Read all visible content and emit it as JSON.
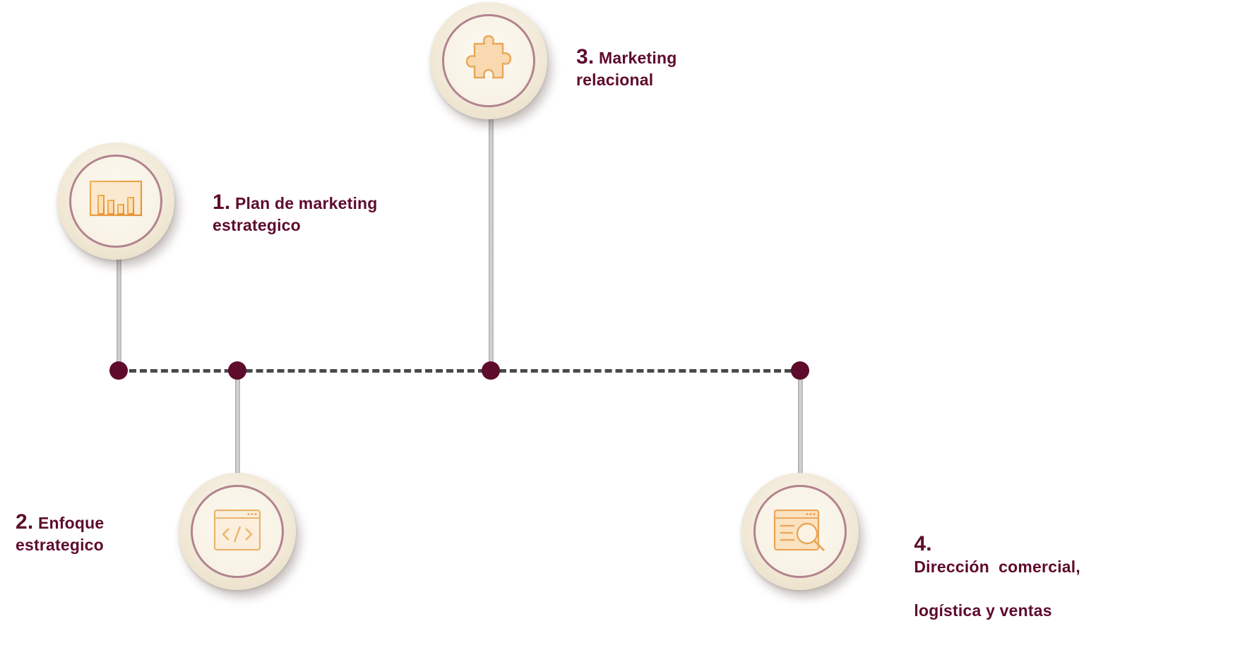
{
  "steps": [
    {
      "number": "1.",
      "title_line1": "Plan de marketing",
      "title_line2": "estrategico",
      "icon": "bar-chart-monitor-icon"
    },
    {
      "number": "2.",
      "title_line1": "Enfoque",
      "title_line2": "estrategico",
      "icon": "code-window-icon"
    },
    {
      "number": "3.",
      "title_line1": "Marketing",
      "title_line2": "relacional",
      "icon": "puzzle-piece-icon"
    },
    {
      "number": "4.",
      "title_line1": "Dirección  comercial,",
      "title_line2": "logística y ventas",
      "icon": "search-document-icon"
    }
  ],
  "colors": {
    "accent": "#5e0b2c",
    "icon_stroke": "#e8a24a",
    "ring": "#b2838f",
    "timeline": "#4a4a4a",
    "stem": "#c4c4c4"
  }
}
